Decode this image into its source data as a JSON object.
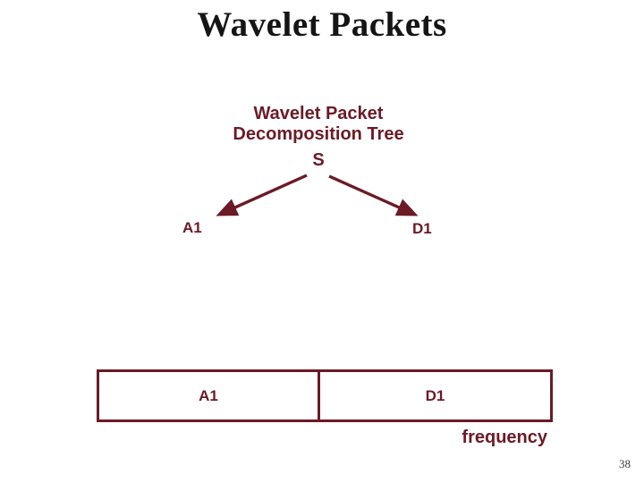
{
  "colors": {
    "accent": "#6C1A26",
    "title": "#151515",
    "page_number": "#3d3d3d"
  },
  "slide": {
    "title": "Wavelet Packets",
    "page_number": "38"
  },
  "diagram": {
    "heading_line1": "Wavelet Packet",
    "heading_line2": "Decomposition Tree",
    "tree": {
      "root": "S",
      "left_child": "A1",
      "right_child": "D1"
    },
    "frequency_box": {
      "left_cell": "A1",
      "right_cell": "D1"
    },
    "axis_label": "frequency"
  }
}
